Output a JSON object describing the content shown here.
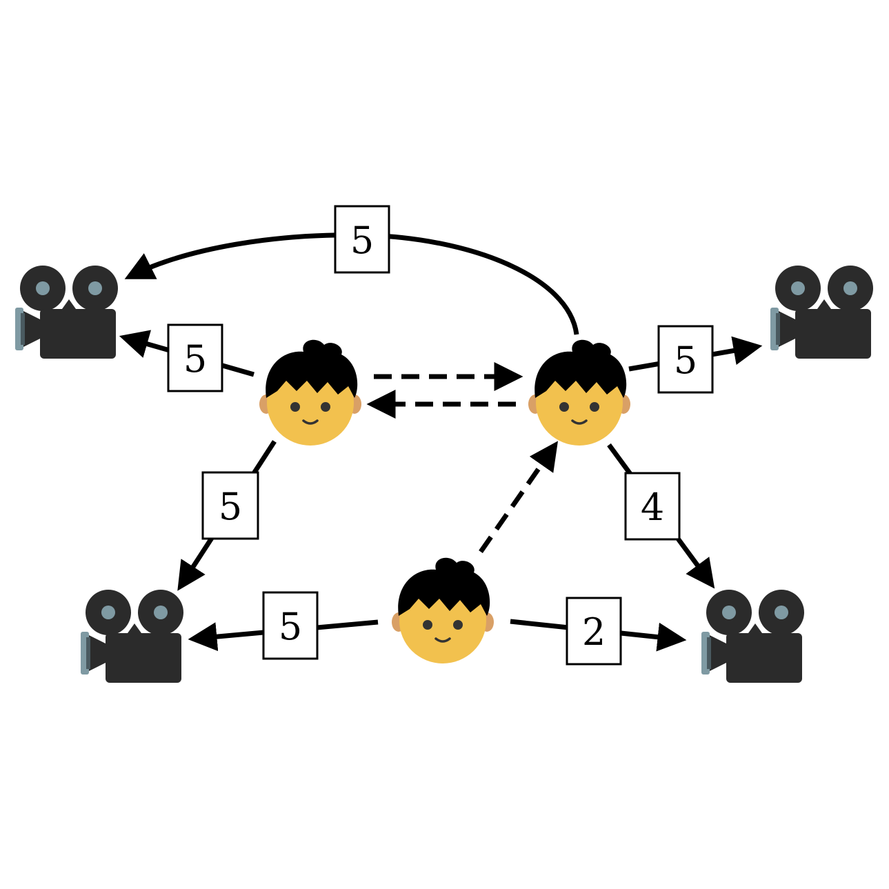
{
  "users": [
    {
      "id": "user-left",
      "icon": "person-icon"
    },
    {
      "id": "user-right",
      "icon": "person-icon"
    },
    {
      "id": "user-bottom",
      "icon": "person-icon"
    }
  ],
  "movies": [
    {
      "id": "movie-top-left",
      "icon": "movie-camera-icon"
    },
    {
      "id": "movie-top-right",
      "icon": "movie-camera-icon"
    },
    {
      "id": "movie-bottom-left",
      "icon": "movie-camera-icon"
    },
    {
      "id": "movie-bottom-right",
      "icon": "movie-camera-icon"
    }
  ],
  "ratings": [
    {
      "id": "rating-right-to-topleft",
      "from": "user-right",
      "to": "movie-top-left",
      "value": "5"
    },
    {
      "id": "rating-left-to-topleft",
      "from": "user-left",
      "to": "movie-top-left",
      "value": "5"
    },
    {
      "id": "rating-right-to-topright",
      "from": "user-right",
      "to": "movie-top-right",
      "value": "5"
    },
    {
      "id": "rating-left-to-bottomleft",
      "from": "user-left",
      "to": "movie-bottom-left",
      "value": "5"
    },
    {
      "id": "rating-right-to-bottomright",
      "from": "user-right",
      "to": "movie-bottom-right",
      "value": "4"
    },
    {
      "id": "rating-bottom-to-bottomleft",
      "from": "user-bottom",
      "to": "movie-bottom-left",
      "value": "5"
    },
    {
      "id": "rating-bottom-to-bottomright",
      "from": "user-bottom",
      "to": "movie-bottom-right",
      "value": "2"
    }
  ],
  "social_links": [
    {
      "id": "link-left-to-right",
      "from": "user-left",
      "to": "user-right",
      "style": "dashed"
    },
    {
      "id": "link-right-to-left",
      "from": "user-right",
      "to": "user-left",
      "style": "dashed"
    },
    {
      "id": "link-bottom-to-right",
      "from": "user-bottom",
      "to": "user-right",
      "style": "dashed"
    }
  ],
  "colors": {
    "edge": "#000000",
    "camera": "#2b2b2b",
    "lens": "#7f9aa3",
    "skin": "#f2c14e",
    "hair": "#000000",
    "ear": "#d9a066",
    "eye": "#333333"
  }
}
